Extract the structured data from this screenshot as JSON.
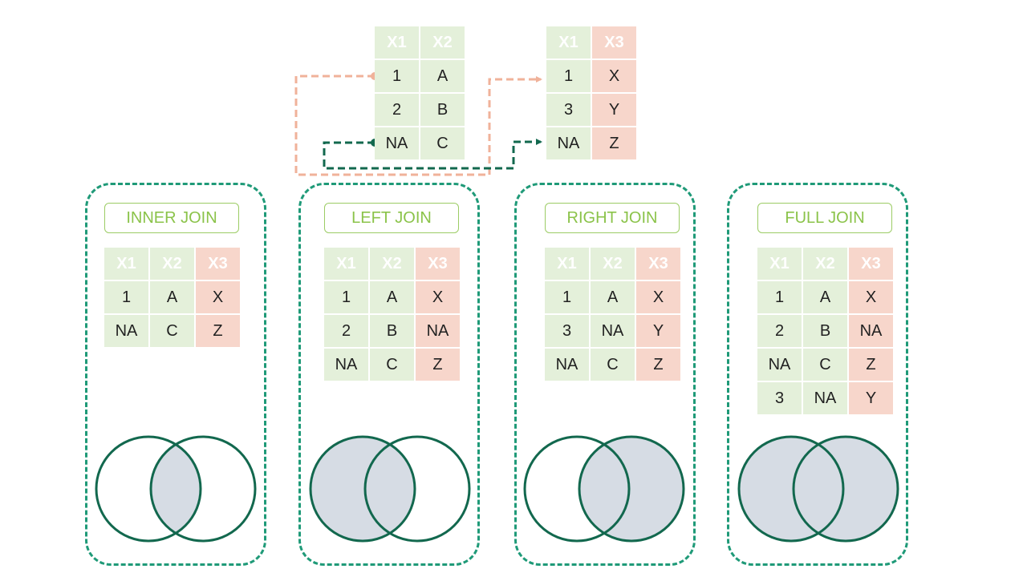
{
  "source_tables": {
    "left": {
      "headers": [
        "X1",
        "X2"
      ],
      "rows": [
        [
          "1",
          "A"
        ],
        [
          "2",
          "B"
        ],
        [
          "NA",
          "C"
        ]
      ]
    },
    "right": {
      "headers": [
        "X1",
        "X3"
      ],
      "rows": [
        [
          "1",
          "X"
        ],
        [
          "3",
          "Y"
        ],
        [
          "NA",
          "Z"
        ]
      ]
    }
  },
  "joins": [
    {
      "label": "INNER JOIN",
      "headers": [
        "X1",
        "X2",
        "X3"
      ],
      "rows": [
        [
          "1",
          "A",
          "X"
        ],
        [
          "NA",
          "C",
          "Z"
        ]
      ],
      "venn_shaded": "intersection"
    },
    {
      "label": "LEFT JOIN",
      "headers": [
        "X1",
        "X2",
        "X3"
      ],
      "rows": [
        [
          "1",
          "A",
          "X"
        ],
        [
          "2",
          "B",
          "NA"
        ],
        [
          "NA",
          "C",
          "Z"
        ]
      ],
      "venn_shaded": "left"
    },
    {
      "label": "RIGHT JOIN",
      "headers": [
        "X1",
        "X2",
        "X3"
      ],
      "rows": [
        [
          "1",
          "A",
          "X"
        ],
        [
          "3",
          "NA",
          "Y"
        ],
        [
          "NA",
          "C",
          "Z"
        ]
      ],
      "venn_shaded": "right"
    },
    {
      "label": "FULL JOIN",
      "headers": [
        "X1",
        "X2",
        "X3"
      ],
      "rows": [
        [
          "1",
          "A",
          "X"
        ],
        [
          "2",
          "B",
          "NA"
        ],
        [
          "NA",
          "C",
          "Z"
        ],
        [
          "3",
          "NA",
          "Y"
        ]
      ],
      "venn_shaded": "both"
    }
  ],
  "colors": {
    "green_header": "#1f9a78",
    "red_header": "#c4501f",
    "green_cell": "#e4f0da",
    "red_cell": "#f7d6cb",
    "venn_stroke": "#12684e",
    "venn_fill": "#d6dce4",
    "connector_salmon": "#f0b29a",
    "connector_green": "#12684e",
    "label_green": "#8bc34a"
  }
}
